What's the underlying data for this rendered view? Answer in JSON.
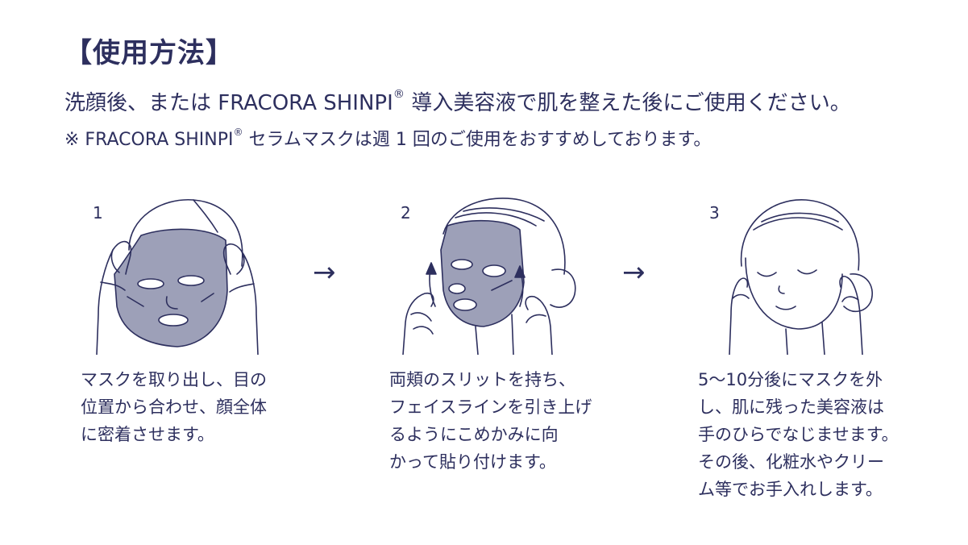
{
  "title": "【使用方法】",
  "intro": {
    "before": "洗顔後、または FRACORA SHINPI",
    "reg": "®",
    "after": " 導入美容液で肌を整えた後にご使用ください。"
  },
  "note": {
    "before": "※ FRACORA SHINPI",
    "reg": "®",
    "after": "  セラムマスクは週 1 回のご使用をおすすめしております。"
  },
  "steps": [
    {
      "number": "1",
      "text": "マスクを取り出し、目の\n位置から合わせ、顔全体\nに密着させます。",
      "illustration": "face-mask-apply-icon"
    },
    {
      "number": "2",
      "text": "両頬のスリットを持ち、\nフェイスラインを引き上げ\nるようにこめかみに向\nかって貼り付けます。",
      "illustration": "face-mask-lift-icon"
    },
    {
      "number": "3",
      "text": "5〜10分後にマスクを外\nし、肌に残った美容液は\n手のひらでなじませます。\nその後、化粧水やクリー\nム等でお手入れします。",
      "illustration": "face-pat-icon"
    }
  ],
  "arrow": "→",
  "colors": {
    "text": "#2d2f5e",
    "mask_fill": "#9da0b8",
    "line": "#2d2f5e"
  }
}
